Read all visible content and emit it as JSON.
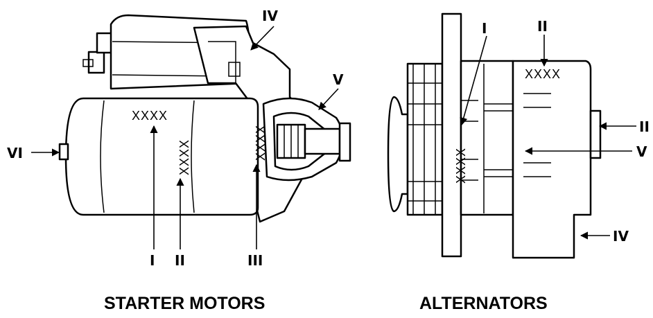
{
  "captions": {
    "starter": "STARTER MOTORS",
    "alternator": "ALTERNATORS"
  },
  "stamp_text": "XXXX",
  "starter_labels": {
    "i": "I",
    "ii": "II",
    "iii": "III",
    "iv": "IV",
    "v": "V",
    "vi": "VI"
  },
  "alternator_labels": {
    "i": "I",
    "ii_top": "II",
    "ii_side": "II",
    "iv": "IV",
    "v": "V"
  }
}
